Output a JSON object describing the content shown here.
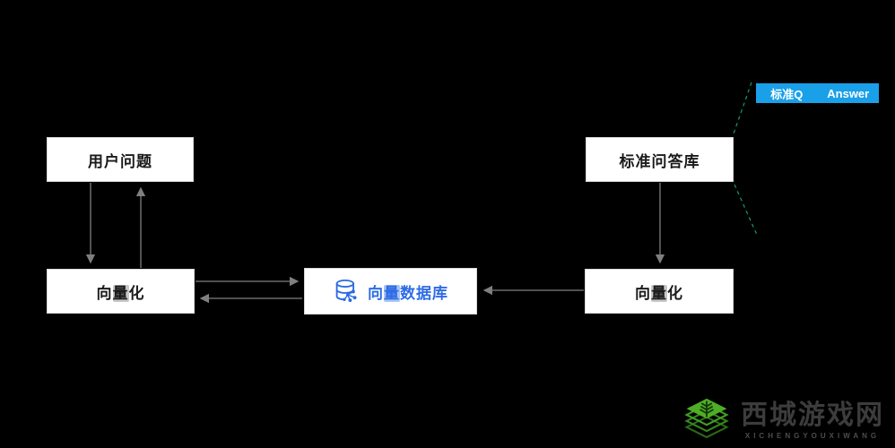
{
  "nodes": {
    "user_question": {
      "label": "用户问题"
    },
    "vectorize_left": {
      "parts": [
        "向",
        "量",
        "化"
      ]
    },
    "vector_db": {
      "parts": [
        "向",
        "量",
        "数据库"
      ],
      "icon": "database-network-icon",
      "text_color": "#2e6be6"
    },
    "standard_qa": {
      "label": "标准问答库"
    },
    "vectorize_right": {
      "parts": [
        "向",
        "量",
        "化"
      ]
    }
  },
  "callout": {
    "col_question": "标准Q",
    "col_answer": "Answer",
    "bg_color": "#19a0e9",
    "text_color": "#ffffff"
  },
  "watermark": {
    "title": "西城游戏网",
    "subtitle": "XICHENGYOUXIWANG",
    "logo": "wheat-stack-logo",
    "logo_color": "#4fae26"
  },
  "colors": {
    "background": "#000000",
    "box_fill": "#ffffff",
    "box_border": "#d9d9d9",
    "box_text": "#1a1a1a",
    "arrow": "#7f7f7f",
    "dashed_link": "#12926a",
    "db_blue": "#2d6ae3"
  }
}
